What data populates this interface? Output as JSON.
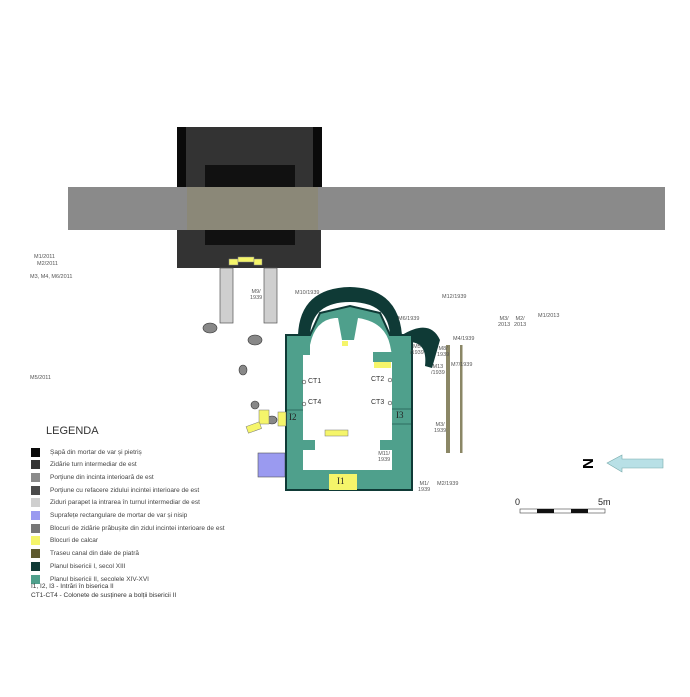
{
  "labels": {
    "m1_2011": "M1/2011",
    "m2_2011": "M2/2011",
    "m3_m4_m6_2011": "M3, M4, M6/2011",
    "m5_2011": "M5/2011",
    "m9_1939": "M9/\n1939",
    "m10_1939": "M10/1939",
    "m12_1939": "M12/1939",
    "m6_1939": "M6/1939",
    "m3_2013": "M3/\n2013",
    "m2_2013": "M2/\n2013",
    "m1_2013": "M1/2013",
    "m4_1939": "M4/1939",
    "m5_1939": "M5\n/1939",
    "m8_1939": "M8/\n1939",
    "m13_1939": "M13\n/1939",
    "m7_1939": "M7/1939",
    "m3_1939": "M3/\n1939",
    "m11_1939": "M11/\n1939",
    "m1_1939": "M1/\n1939",
    "m2_1939": "M2/1939"
  },
  "columns": {
    "ct1": "CT1",
    "ct2": "CT2",
    "ct3": "CT3",
    "ct4": "CT4"
  },
  "entrances": {
    "i1": "I1",
    "i2": "I2",
    "i3": "I3"
  },
  "legend": {
    "title": "LEGENDA",
    "items": [
      {
        "label": "Șapă din mortar de var și pietriș",
        "color": "#0a0a0a"
      },
      {
        "label": "Zidărie turn intermediar de est",
        "color": "#333333"
      },
      {
        "label": "Porțiune din incinta interioară de est",
        "color": "#8a8a8a"
      },
      {
        "label": "Porțiune cu refacere zidului incintei interioare de est",
        "color": "#4a4a4a"
      },
      {
        "label": "Ziduri parapet la intrarea în turnul intermediar de est",
        "color": "#cfcfcf"
      },
      {
        "label": "Suprafețe rectangulare de mortar de var și nisip",
        "color": "#9a9af0"
      },
      {
        "label": "Blocuri de zidărie prăbușite din zidul incintei interioare de est",
        "color": "#777777"
      },
      {
        "label": "Blocuri de calcar",
        "color": "#f5f56a"
      },
      {
        "label": "Traseu canal din dale de piatră",
        "color": "#5e5a2e"
      },
      {
        "label": "Planul bisericii I, secol XIII",
        "color": "#0f3a36"
      },
      {
        "label": "Planul bisericii II, secolele XIV-XVI",
        "color": "#4fa08c"
      }
    ],
    "note_entrances": "I1, I2, I3 - Intrări în biserica II",
    "note_columns": "CT1-CT4 - Colonete de susținere a bolții bisericii II"
  },
  "scale": {
    "start": "0",
    "end": "5m"
  },
  "north": "N"
}
